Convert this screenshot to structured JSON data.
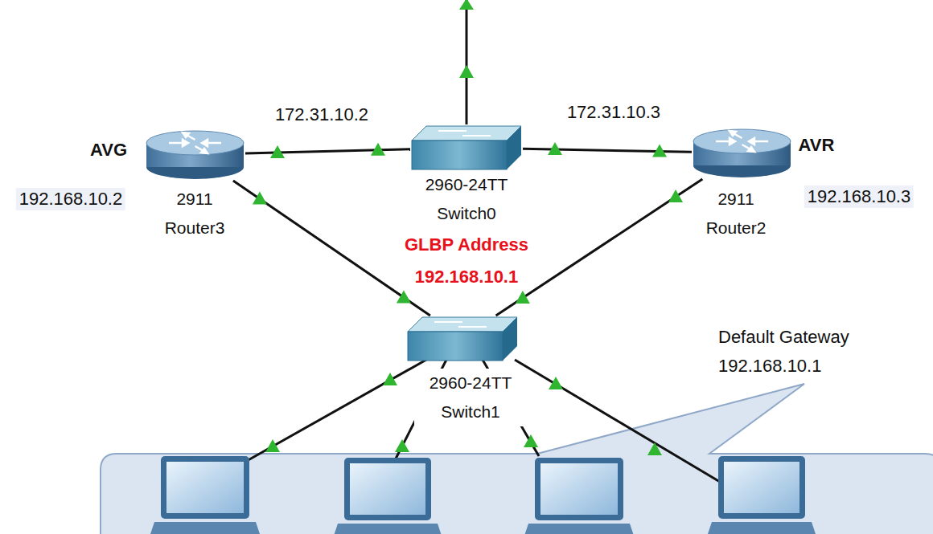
{
  "diagram": {
    "nodes": [
      {
        "text": [
          "AVG",
          "2911 Router3"
        ]
      },
      {
        "text": [
          "2960-24TT Switch0"
        ]
      },
      {
        "text": [
          "AVR",
          "2911 Router2"
        ]
      },
      {
        "text": [
          "2960-24TT Switch1"
        ]
      }
    ],
    "edges": [
      {
        "from": 0,
        "to": 1,
        "arrow": "none"
      },
      {
        "from": 1,
        "to": 2,
        "arrow": "none"
      },
      {
        "from": 0,
        "to": 3,
        "arrow": "none"
      },
      {
        "from": 2,
        "to": 3,
        "arrow": "none"
      }
    ],
    "labels": [
      "172.31.10.2",
      "172.31.10.3",
      "192.168.10.2",
      "192.168.10.3",
      "GLBP Address",
      "192.168.10.1",
      "Default Gateway",
      "192.168.10.1"
    ]
  }
}
